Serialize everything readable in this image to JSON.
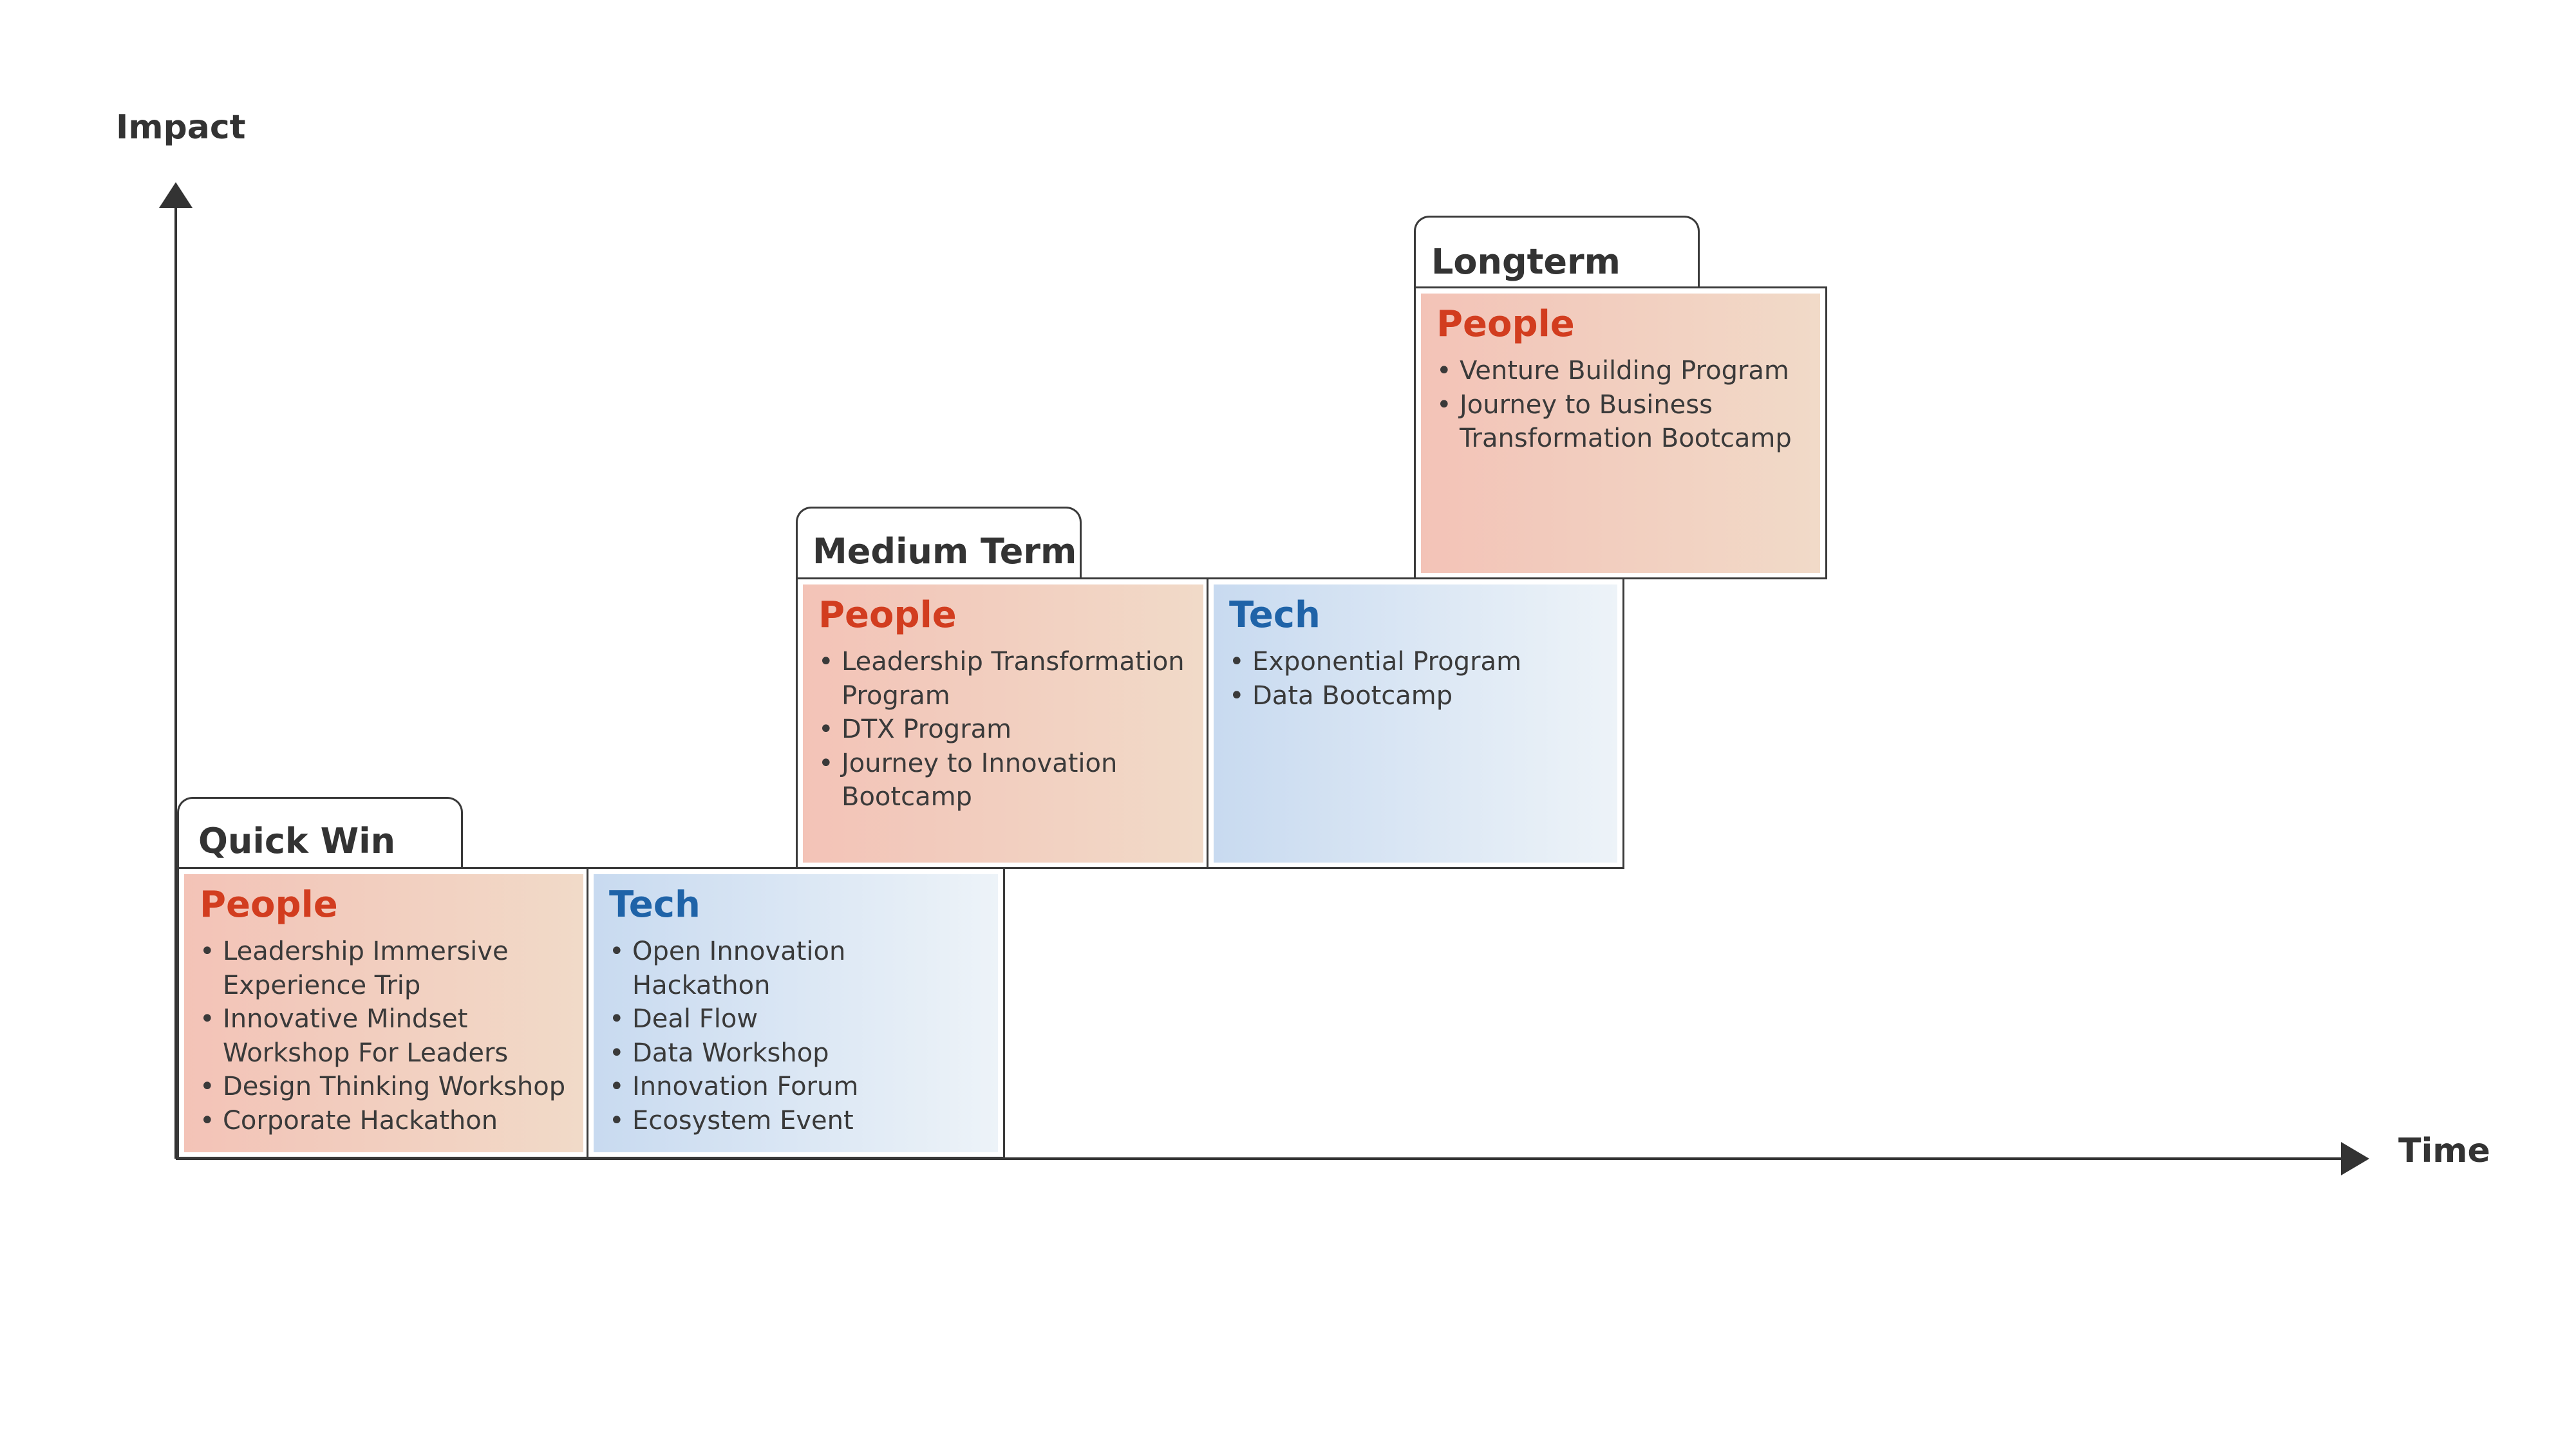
{
  "axes": {
    "y_label": "Impact",
    "x_label": "Time",
    "color": "#333333"
  },
  "colors": {
    "people_heading": "#d23d1f",
    "tech_heading": "#1f63a8",
    "people_fill": "#f3c3b7",
    "tech_fill": "#c8daf0"
  },
  "stages": [
    {
      "title": "Quick Win",
      "people": {
        "heading": "People",
        "items": [
          "Leadership Immersive\nExperience Trip",
          "Innovative Mindset\nWorkshop For Leaders",
          "Design Thinking Workshop",
          "Corporate Hackathon"
        ]
      },
      "tech": {
        "heading": "Tech",
        "items": [
          "Open Innovation\nHackathon",
          "Deal Flow",
          "Data Workshop",
          "Innovation Forum",
          "Ecosystem Event"
        ]
      }
    },
    {
      "title": "Medium Term",
      "people": {
        "heading": "People",
        "items": [
          "Leadership Transformation\nProgram",
          "DTX Program",
          "Journey to Innovation\nBootcamp"
        ]
      },
      "tech": {
        "heading": "Tech",
        "items": [
          "Exponential Program",
          "Data Bootcamp"
        ]
      }
    },
    {
      "title": "Longterm",
      "people": {
        "heading": "People",
        "items": [
          "Venture Building Program",
          "Journey to Business\nTransformation Bootcamp"
        ]
      }
    }
  ]
}
